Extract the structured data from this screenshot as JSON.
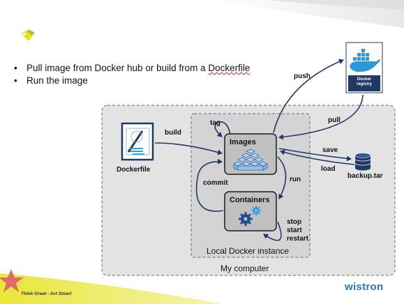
{
  "bullets": [
    {
      "text": "Pull image from Docker hub or build from a ",
      "underlined": "Dockerfile"
    },
    {
      "text": "Run the image"
    }
  ],
  "diagram": {
    "dockerfile_label": "Dockerfile",
    "images_label": "Images",
    "containers_label": "Containers",
    "registry_label": "Docker registry",
    "backup_label": "backup.tar",
    "local_instance_label": "Local Docker instance",
    "my_computer_label": "My computer",
    "edges": {
      "build": "build",
      "push": "push",
      "pull": "pull",
      "tag": "tag",
      "save": "save",
      "load": "load",
      "run": "run",
      "commit": "commit",
      "stop": "stop",
      "start": "start",
      "restart": "restart"
    }
  },
  "footer": {
    "slogan": "Think Great - Act Smart",
    "brand": "wistron"
  },
  "colors": {
    "arrow": "#1f3864",
    "box_fill": "#c0c0c0",
    "dashed_border": "#5a6e86",
    "brand": "#2a74c8"
  }
}
